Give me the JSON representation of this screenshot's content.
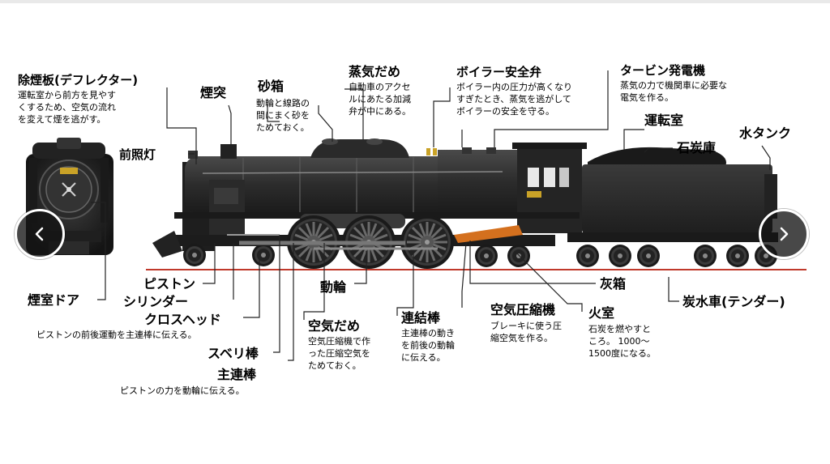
{
  "labels": {
    "deflector": "除煙板(デフレクター)",
    "deflector_desc": [
      "運転室から前方を見やす",
      "くするため、空気の流れ",
      "を変えて煙を逃がす。"
    ],
    "chimney": "煙突",
    "sandbox": "砂箱",
    "sandbox_desc": [
      "動輪と線路の",
      "間にまく砂を",
      "ためておく。"
    ],
    "steam_dome": "蒸気だめ",
    "steam_dome_desc": [
      "自動車のアクセ",
      "ルにあたる加減",
      "弁が中にある。"
    ],
    "safety_valve": "ボイラー安全弁",
    "safety_valve_desc": [
      "ボイラー内の圧力が高くなり",
      "すぎたとき、蒸気を逃がして",
      "ボイラーの安全を守る。"
    ],
    "turbine": "タービン発電機",
    "turbine_desc": [
      "蒸気の力で機関車に必要な",
      "電気を作る。"
    ],
    "cab": "運転室",
    "coal_bunker": "石炭庫",
    "water_tank": "水タンク",
    "headlight": "前照灯",
    "smokebox_door": "煙室ドア",
    "piston": "ピストン",
    "cylinder": "シリンダー",
    "crosshead": "クロスヘッド",
    "crosshead_desc": "ピストンの前後運動を主連棒に伝える。",
    "slide_bar": "スベリ棒",
    "main_rod": "主連棒",
    "main_rod_desc": "ピストンの力を動輪に伝える。",
    "driving_wheel": "動輪",
    "air_reservoir": "空気だめ",
    "air_reservoir_desc": [
      "空気圧縮機で作",
      "った圧縮空気を",
      "ためておく。"
    ],
    "coupling_rod": "連結棒",
    "coupling_rod_desc": [
      "主連棒の動き",
      "を前後の動輪",
      "に伝える。"
    ],
    "air_compressor": "空気圧縮機",
    "air_compressor_desc": [
      "ブレーキに使う圧",
      "縮空気を作る。"
    ],
    "ash_pan": "灰箱",
    "firebox": "火室",
    "firebox_desc": [
      "石炭を燃やすと",
      "ころ。 1000〜",
      "1500度になる。"
    ],
    "tender": "炭水車(テンダー)"
  },
  "nav": {
    "prev_icon": "chevron-left-icon",
    "next_icon": "chevron-right-icon"
  },
  "colors": {
    "body": "#2e2e2e",
    "dark": "#1a1a1a",
    "rail": "#c0392b",
    "leader": "#222222",
    "accent": "#d4701e"
  }
}
